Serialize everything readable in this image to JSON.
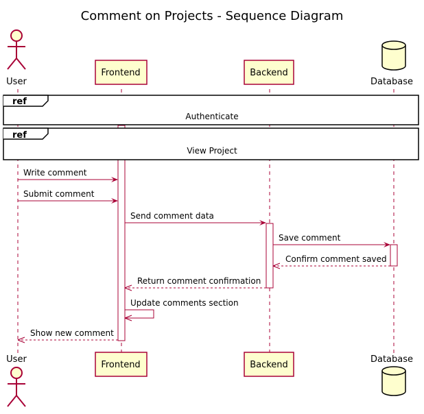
{
  "title": "Comment on Projects - Sequence Diagram",
  "colors": {
    "participant_fill": "#FEFECE",
    "participant_border": "#A80036",
    "arrow": "#A80036",
    "lifeline": "#A80036",
    "ref_border": "#000000"
  },
  "participants": [
    {
      "id": "user",
      "label": "User",
      "kind": "actor",
      "icon": "stick-figure-icon"
    },
    {
      "id": "frontend",
      "label": "Frontend",
      "kind": "box"
    },
    {
      "id": "backend",
      "label": "Backend",
      "kind": "box"
    },
    {
      "id": "database",
      "label": "Database",
      "kind": "database",
      "icon": "database-cylinder-icon"
    }
  ],
  "refs": [
    {
      "tag": "ref",
      "text": "Authenticate"
    },
    {
      "tag": "ref",
      "text": "View Project"
    }
  ],
  "messages": [
    {
      "from": "user",
      "to": "frontend",
      "label": "Write comment",
      "style": "solid"
    },
    {
      "from": "user",
      "to": "frontend",
      "label": "Submit comment",
      "style": "solid"
    },
    {
      "from": "frontend",
      "to": "backend",
      "label": "Send comment data",
      "style": "solid"
    },
    {
      "from": "backend",
      "to": "database",
      "label": "Save comment",
      "style": "solid"
    },
    {
      "from": "database",
      "to": "backend",
      "label": "Confirm comment saved",
      "style": "dashed"
    },
    {
      "from": "backend",
      "to": "frontend",
      "label": "Return comment confirmation",
      "style": "dashed"
    },
    {
      "from": "frontend",
      "to": "frontend",
      "label": "Update comments section",
      "style": "self"
    },
    {
      "from": "frontend",
      "to": "user",
      "label": "Show new comment",
      "style": "dashed"
    }
  ]
}
